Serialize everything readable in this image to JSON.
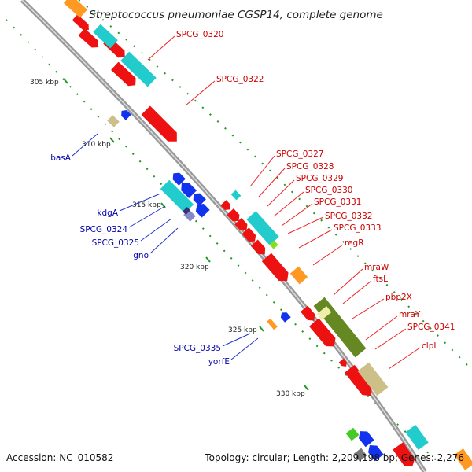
{
  "title": "Streptococcus pneumoniae CGSP14, complete genome",
  "footer": {
    "accession": "Accession: NC_010582",
    "topology": "Topology: circular; Length: 2,209,198 bp; Genes: 2,276"
  },
  "positions": [
    "305 kbp",
    "310 kbp",
    "315 kbp",
    "320 kbp",
    "325 kbp",
    "330 kbp"
  ],
  "forward_genes": [
    "SPCG_0320",
    "SPCG_0322",
    "SPCG_0327",
    "SPCG_0328",
    "SPCG_0329",
    "SPCG_0330",
    "SPCG_0331",
    "SPCG_0332",
    "SPCG_0333",
    "regR",
    "mraW",
    "ftsL",
    "pbp2X",
    "mraY",
    "SPCG_0341",
    "clpL"
  ],
  "reverse_genes": [
    "basA",
    "kdgA",
    "SPCG_0324",
    "SPCG_0325",
    "gno",
    "SPCG_0335",
    "yorfE"
  ],
  "colors": {
    "cds": "#ee1111",
    "cds_alt": "#22cccc",
    "rev": "#1133ee",
    "orange": "#ff9922",
    "olive": "#668822",
    "khaki": "#ccc088",
    "backbone": "#999999",
    "tick": "#229922"
  }
}
